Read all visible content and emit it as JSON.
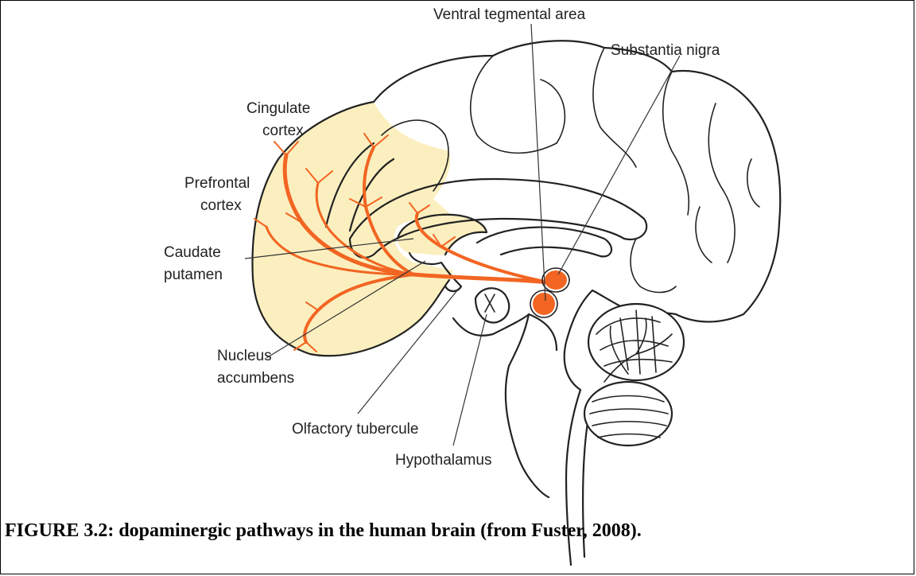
{
  "figure": {
    "labels": {
      "ventral_tegmental_area": "Ventral tegmental area",
      "substantia_nigra": "Substantia nigra",
      "cingulate_line1": "Cingulate",
      "cingulate_line2": "cortex",
      "prefrontal_line1": "Prefrontal",
      "prefrontal_line2": "cortex",
      "caudate_line1": "Caudate",
      "caudate_line2": "putamen",
      "nucleus_line1": "Nucleus",
      "nucleus_line2": "accumbens",
      "olfactory_tubercule": "Olfactory tubercule",
      "hypothalamus": "Hypothalamus"
    },
    "colors": {
      "pathway": "#f26522",
      "highlight_region": "#fbefbf",
      "outline": "#222222"
    },
    "caption": "FIGURE 3.2: dopaminergic pathways in the human brain (from Fuster, 2008)."
  }
}
